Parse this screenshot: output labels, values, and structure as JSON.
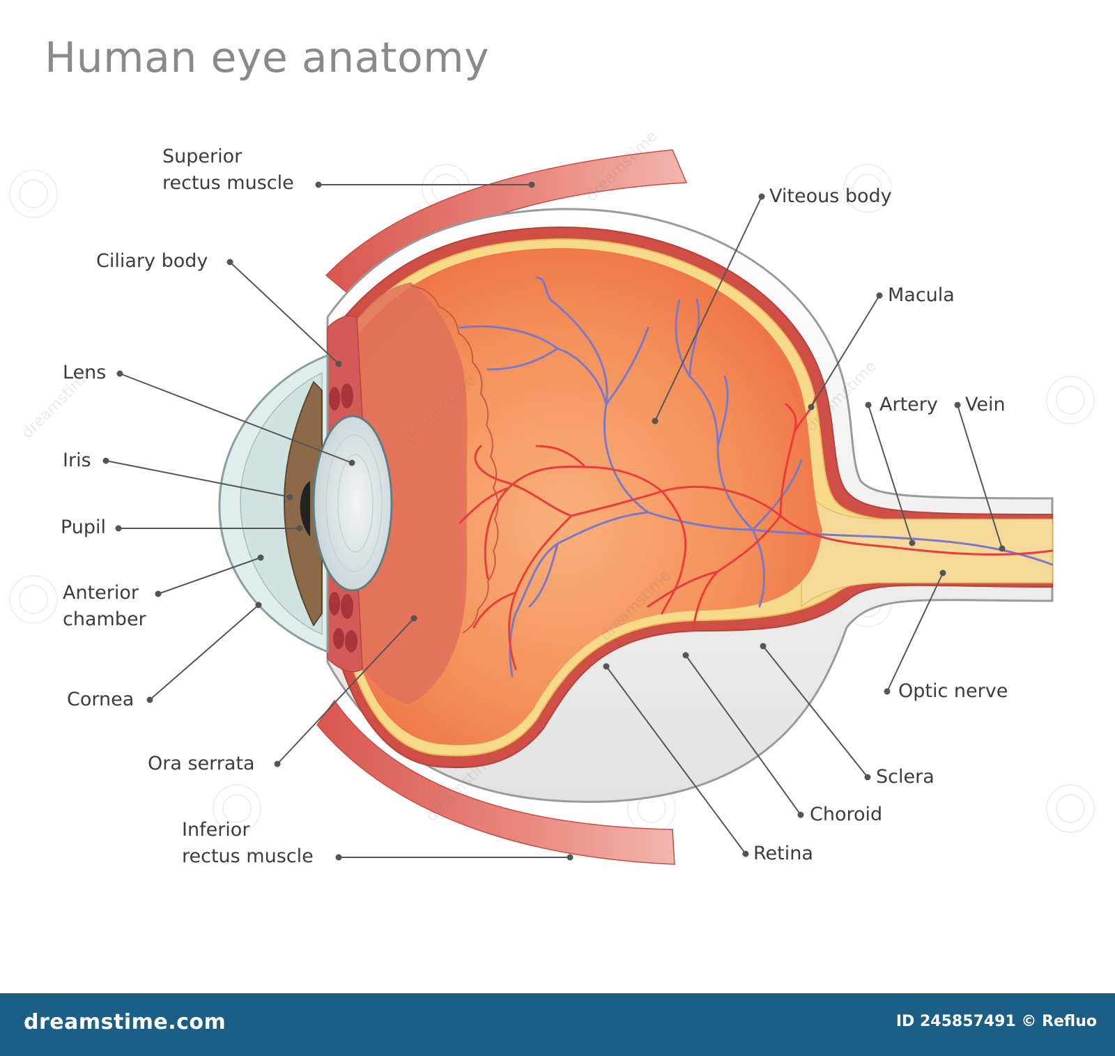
{
  "title": "Human eye anatomy",
  "labels": {
    "superior_rectus": [
      "Superior",
      "rectus muscle"
    ],
    "ciliary_body": "Ciliary body",
    "lens": "Lens",
    "iris": "Iris",
    "pupil": "Pupil",
    "anterior_chamber": [
      "Anterior",
      "chamber"
    ],
    "cornea": "Cornea",
    "ora_serrata": "Ora serrata",
    "inferior_rectus": [
      "Inferior",
      "rectus muscle"
    ],
    "viteous_body": "Viteous body",
    "macula": "Macula",
    "artery": "Artery",
    "vein": "Vein",
    "optic_nerve": "Optic nerve",
    "sclera": "Sclera",
    "choroid": "Choroid",
    "retina": "Retina"
  },
  "watermark": "dreamstime",
  "footer": {
    "brand": "dreamstime.com",
    "id_text": "ID 245857491 © Refluo"
  },
  "colors": {
    "title": "#8a8a8a",
    "label_text": "#3c3c3c",
    "leader_line": "#555555",
    "vitreous": "#f2844f",
    "retina_yellow": "#f7d98a",
    "choroid": "#d9534a",
    "sclera": "#ededed",
    "muscle": "#e06a62",
    "artery": "#ec3b3b",
    "vein": "#7b78c8",
    "lens": "#dfe6e8",
    "iris": "#8c6a48",
    "footer_bg": "#1b5f86"
  }
}
